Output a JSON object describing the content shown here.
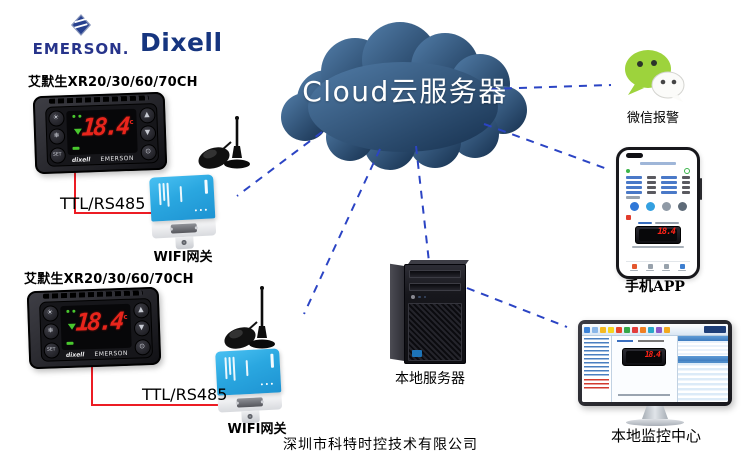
{
  "branding": {
    "emerson_text": "EMERSON.",
    "dixell_text": "Dixell"
  },
  "cloud": {
    "label": "Cloud云服务器"
  },
  "controller": {
    "display_value": "18.4",
    "display_unit": "c",
    "set_button": "SET",
    "brand_dixell": "dixell",
    "brand_emerson": "EMERSON"
  },
  "icons": {
    "light": "☀",
    "defrost": "❄",
    "up": "▲",
    "down": "▼",
    "power": "⊙"
  },
  "labels": {
    "controller1_title": "艾默生XR20/30/60/70CH",
    "controller2_title": "艾默生XR20/30/60/70CH",
    "bus1": "TTL/RS485",
    "bus2": "TTL/RS485",
    "gateway1": "WIFI网关",
    "gateway2": "WIFI网关",
    "wechat": "微信报警",
    "phone": "手机APP",
    "server": "本地服务器",
    "monitor": "本地监控中心"
  },
  "footer": {
    "company": "深圳市科特时控技术有限公司"
  },
  "colors": {
    "dash_blue": "#2b44c4",
    "cable_red": "#ec1c24",
    "gateway_blue": "#2aa7e0",
    "wechat_green": "#9dd33c",
    "cloud_light": "#527da8",
    "cloud_dark": "#16304e",
    "emerson_blue": "#27348b",
    "dixell_blue": "#16357f",
    "led_red": "#e8251c"
  }
}
